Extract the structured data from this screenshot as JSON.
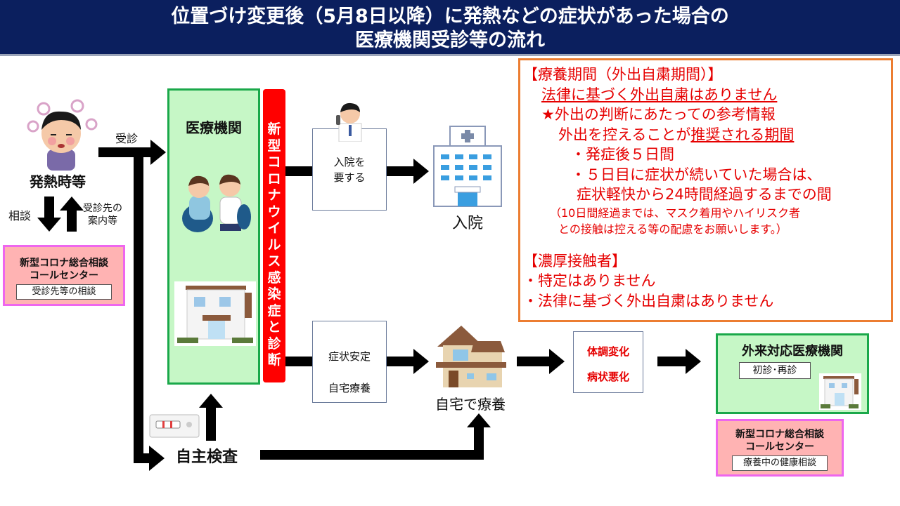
{
  "header": {
    "title_line1": "位置づけ変更後（5月8日以降）に発熱などの症状があった場合の",
    "title_line2": "医療機関受診等の流れ"
  },
  "patient": {
    "label": "発熱時等",
    "icon": "feverish-person-icon"
  },
  "arrows": {
    "consult_to_clinic": "受診",
    "consult": "相談",
    "guidance_line1": "受診先の",
    "guidance_line2": "案内等"
  },
  "call_center_left": {
    "title_line1": "新型コロナ総合相談",
    "title_line2": "コールセンター",
    "sub": "受診先等の相談"
  },
  "medical_institution": {
    "title": "医療機関",
    "icons": [
      "doctor-examining-patient-icon",
      "clinic-building-icon"
    ]
  },
  "diagnosis_bar": {
    "chars": [
      "新",
      "型",
      "コ",
      "ロ",
      "ナ",
      "ウ",
      "イ",
      "ル",
      "ス",
      "感",
      "染",
      "症",
      "と",
      "診",
      "断"
    ]
  },
  "hospitalization_box": {
    "line1": "入院を",
    "line2": "要する",
    "icon": "doctor-on-phone-icon"
  },
  "hospital": {
    "label": "入院",
    "icon": "hospital-building-icon"
  },
  "stable_box": {
    "line1": "症状安定",
    "line2": "自宅療養"
  },
  "home": {
    "label": "自宅で療養",
    "icon": "house-icon"
  },
  "self_test": {
    "label": "自主検査",
    "icon": "antigen-test-kit-icon"
  },
  "condition_box": {
    "line1": "体調変化",
    "line2": "病状悪化"
  },
  "outpatient": {
    "title": "外来対応医療機関",
    "sub": "初診･再診",
    "icon": "clinic-building-icon"
  },
  "call_center_right": {
    "title_line1": "新型コロナ総合相談",
    "title_line2": "コールセンター",
    "sub": "療養中の健康相談"
  },
  "info": {
    "heading1": "【療養期間（外出自粛期間）】",
    "line1": "法律に基づく外出自粛はありません",
    "line2": "★外出の判断にあたっての参考情報",
    "line3a": "外出を控えることが",
    "line3b": "推奨される期間",
    "bullet1": "・発症後５日間",
    "bullet2": "・５日目に症状が続いていた場合は、",
    "bullet2b": "症状軽快から24時間経過するまでの間",
    "note1": "（10日間経過までは、マスク着用やハイリスク者",
    "note2": "との接触は控える等の配慮をお願いします。）",
    "heading2": "【濃厚接触者】",
    "contact1": "・特定はありません",
    "contact2": "・法律に基づく外出自粛はありません"
  },
  "colors": {
    "header_bg": "#0b1f5e",
    "alert_red": "#e60000",
    "info_border": "#ec7d31",
    "green_fill": "#c6f7c6",
    "green_border": "#1aa84a",
    "pink_fill": "#ffb3b3",
    "pink_border": "#ee66ee"
  }
}
